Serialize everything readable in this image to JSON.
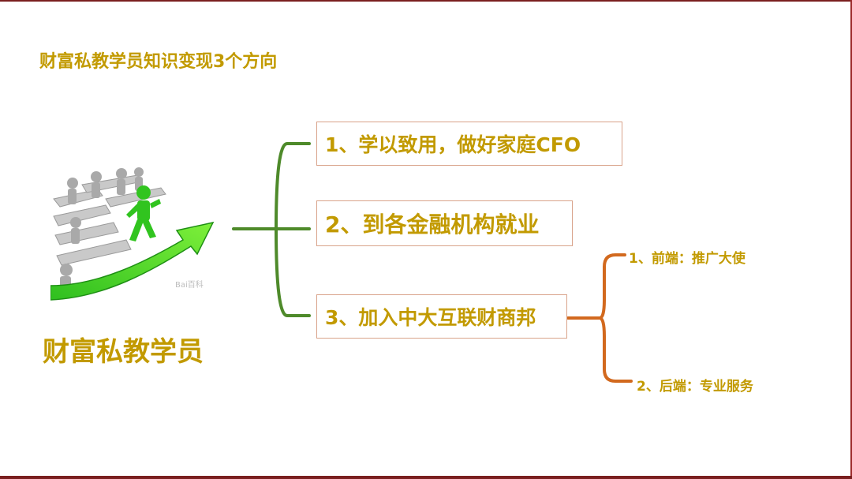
{
  "slide": {
    "title": "财富私教学员知识变现3个方向",
    "subject": "财富私教学员",
    "image_watermark": "Bai百科"
  },
  "branches": [
    {
      "label": "1、学以致用，做好家庭CFO"
    },
    {
      "label": "2、到各金融机构就业"
    },
    {
      "label": "3、加入中大互联财商邦"
    }
  ],
  "sub_branches": [
    {
      "label": "1、前端：推广大使"
    },
    {
      "label": "2、后端：专业服务"
    }
  ],
  "colors": {
    "text_gold": "#c29a00",
    "connector_green": "#4e8a2a",
    "connector_orange": "#d2691e",
    "box_border": "#d9a38a",
    "frame_red": "#7a1f1f"
  }
}
